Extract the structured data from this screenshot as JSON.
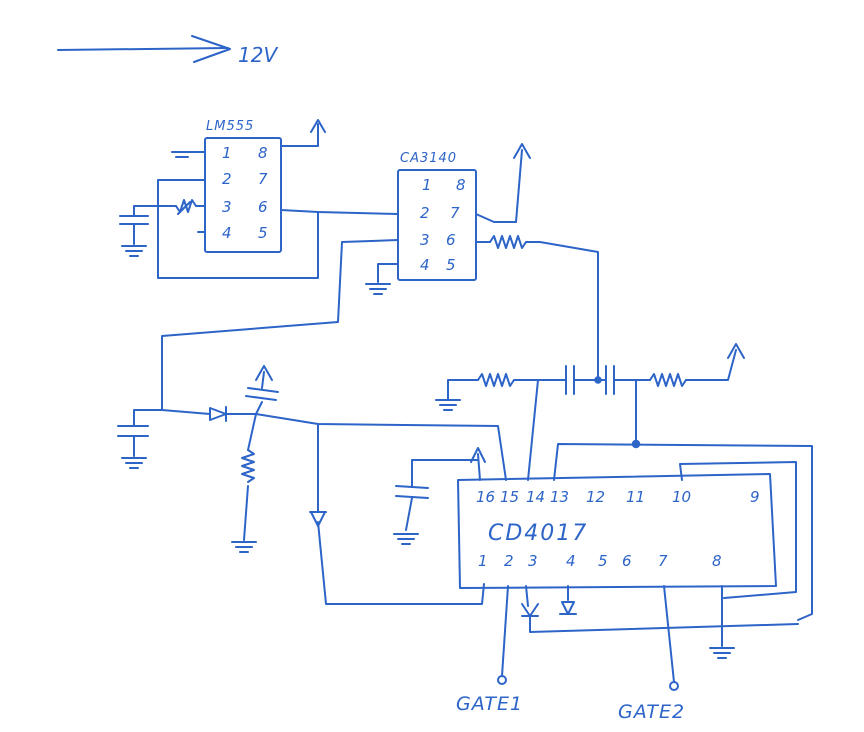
{
  "supply": {
    "label": "12V"
  },
  "ics": {
    "timer": {
      "label": "LM555",
      "pins_left": [
        "1",
        "2",
        "3",
        "4"
      ],
      "pins_right": [
        "8",
        "7",
        "6",
        "5"
      ]
    },
    "opamp": {
      "label": "CA3140",
      "pins_left": [
        "1",
        "2",
        "3",
        "4"
      ],
      "pins_right": [
        "8",
        "7",
        "6",
        "5"
      ]
    },
    "counter": {
      "label": "CD4017",
      "pins_top": [
        "16",
        "15",
        "14",
        "13",
        "12",
        "11",
        "10",
        "9"
      ],
      "pins_bottom": [
        "1",
        "2",
        "3",
        "4",
        "5",
        "6",
        "7",
        "8"
      ]
    }
  },
  "outputs": {
    "gate1": "GATE1",
    "gate2": "GATE2"
  },
  "ink_color": "#2d64c8"
}
